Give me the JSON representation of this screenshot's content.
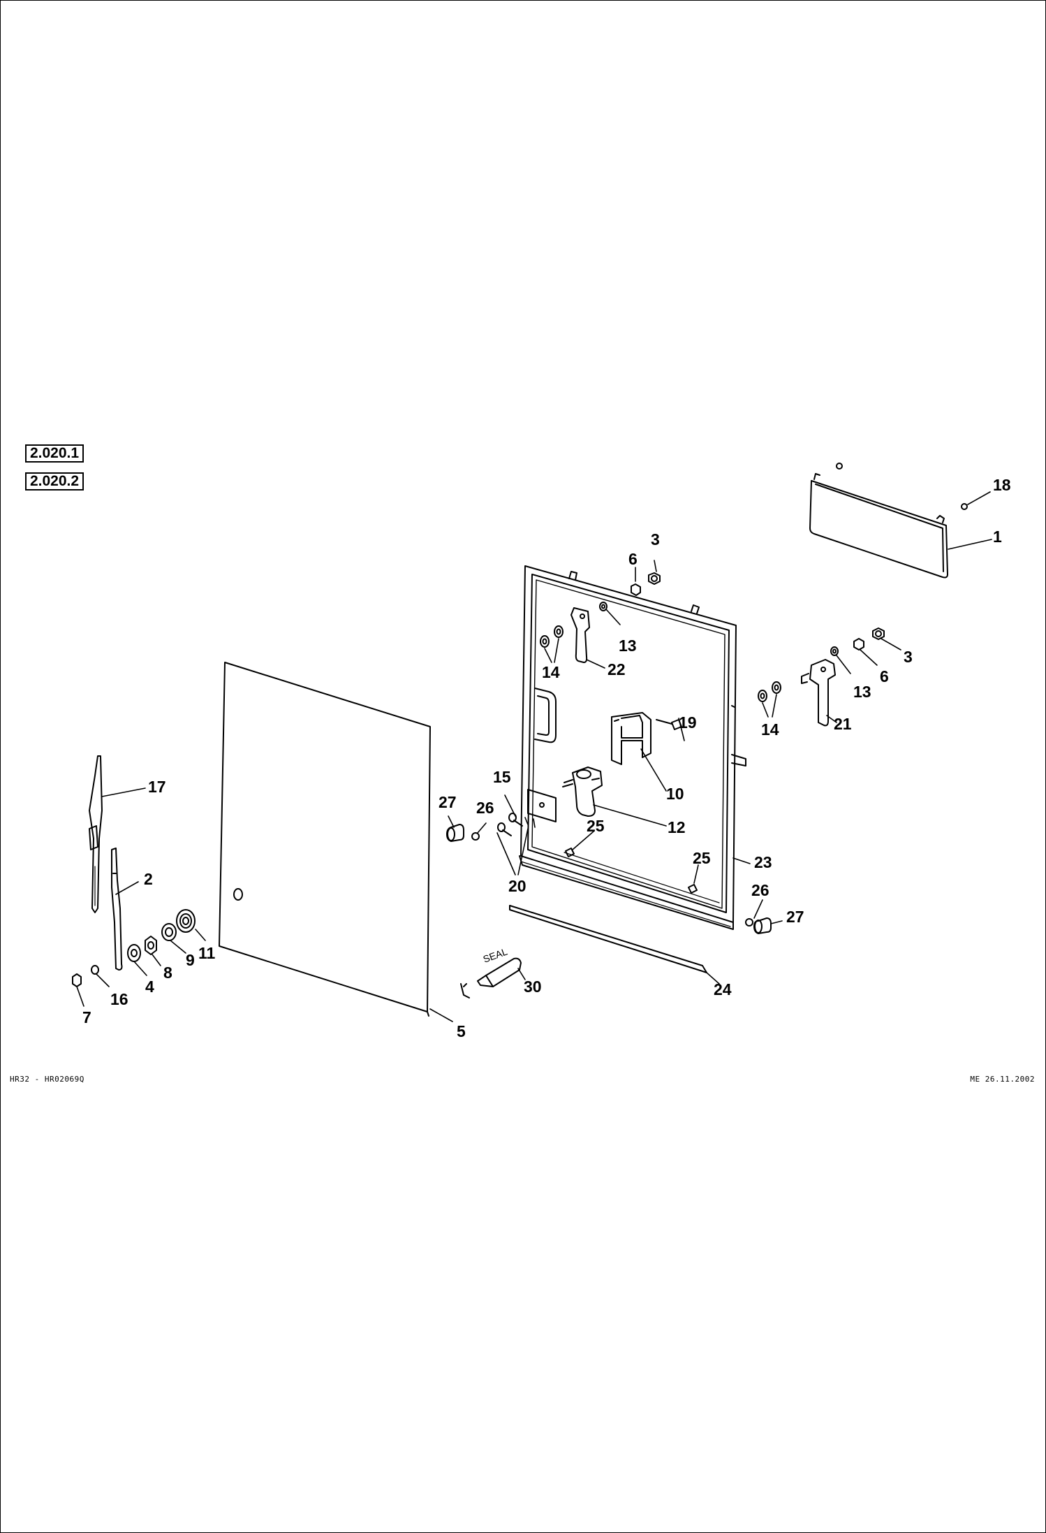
{
  "references": [
    "2.020.1",
    "2.020.2"
  ],
  "footer": {
    "left": "HR32  -  HR02069Q",
    "right": "ME 26.11.2002"
  },
  "seal_text": "SEAL",
  "callouts": [
    {
      "id": "c18",
      "text": "18"
    },
    {
      "id": "c1",
      "text": "1"
    },
    {
      "id": "c3a",
      "text": "3"
    },
    {
      "id": "c6a",
      "text": "6"
    },
    {
      "id": "c13a",
      "text": "13"
    },
    {
      "id": "c14a",
      "text": "14"
    },
    {
      "id": "c22",
      "text": "22"
    },
    {
      "id": "c3b",
      "text": "3"
    },
    {
      "id": "c6b",
      "text": "6"
    },
    {
      "id": "c13b",
      "text": "13"
    },
    {
      "id": "c14b",
      "text": "14"
    },
    {
      "id": "c21",
      "text": "21"
    },
    {
      "id": "c19",
      "text": "19"
    },
    {
      "id": "c10",
      "text": "10"
    },
    {
      "id": "c12",
      "text": "12"
    },
    {
      "id": "c15",
      "text": "15"
    },
    {
      "id": "c27a",
      "text": "27"
    },
    {
      "id": "c26a",
      "text": "26"
    },
    {
      "id": "c25a",
      "text": "25"
    },
    {
      "id": "c25b",
      "text": "25"
    },
    {
      "id": "c23",
      "text": "23"
    },
    {
      "id": "c20",
      "text": "20"
    },
    {
      "id": "c26b",
      "text": "26"
    },
    {
      "id": "c27b",
      "text": "27"
    },
    {
      "id": "c24",
      "text": "24"
    },
    {
      "id": "c30",
      "text": "30"
    },
    {
      "id": "c17",
      "text": "17"
    },
    {
      "id": "c2",
      "text": "2"
    },
    {
      "id": "c4",
      "text": "4"
    },
    {
      "id": "c8",
      "text": "8"
    },
    {
      "id": "c9",
      "text": "9"
    },
    {
      "id": "c11",
      "text": "11"
    },
    {
      "id": "c7",
      "text": "7"
    },
    {
      "id": "c16",
      "text": "16"
    },
    {
      "id": "c5",
      "text": "5"
    }
  ]
}
